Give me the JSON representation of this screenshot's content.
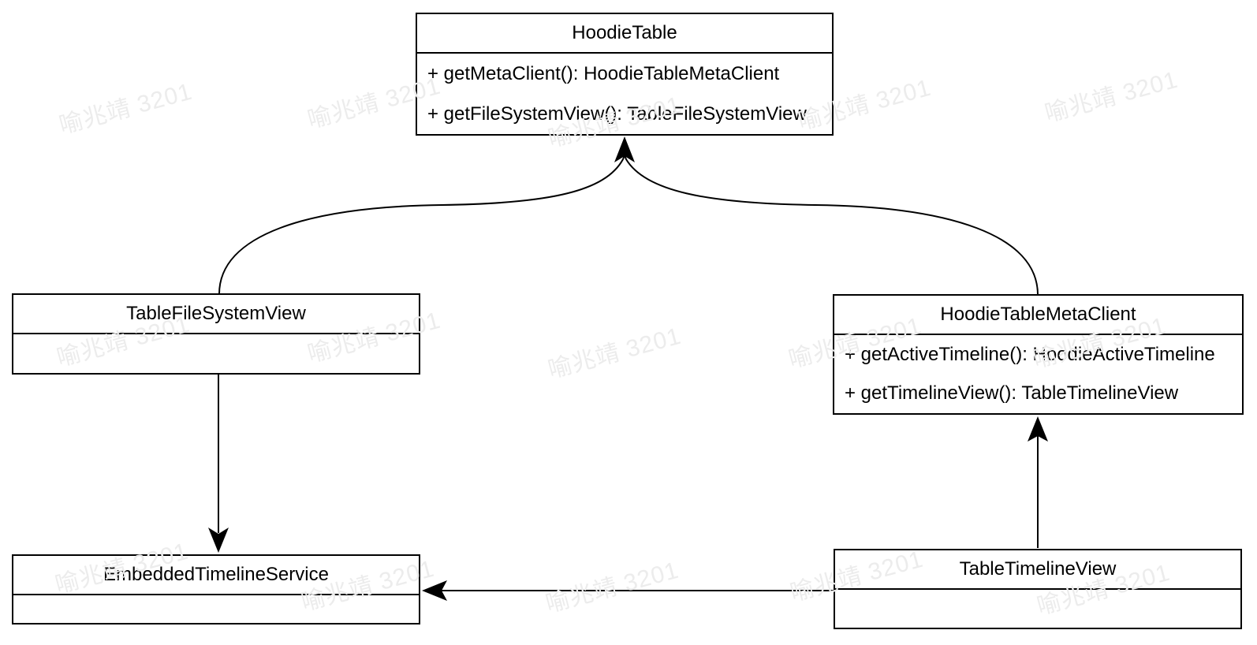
{
  "diagram": {
    "kind": "uml-class-diagram",
    "classes": [
      {
        "id": "hoodie-table",
        "name": "HoodieTable",
        "methods": [
          "+ getMetaClient(): HoodieTableMetaClient",
          "+ getFileSystemView(): TableFileSystemView"
        ]
      },
      {
        "id": "table-file-system-view",
        "name": "TableFileSystemView",
        "methods": []
      },
      {
        "id": "hoodie-table-meta-client",
        "name": "HoodieTableMetaClient",
        "methods": [
          "+ getActiveTimeline(): HoodieActiveTimeline",
          "+ getTimelineView(): TableTimelineView"
        ]
      },
      {
        "id": "embedded-timeline-service",
        "name": "EmbeddedTimelineService",
        "methods": []
      },
      {
        "id": "table-timeline-view",
        "name": "TableTimelineView",
        "methods": []
      }
    ],
    "relations": [
      {
        "from": "TableFileSystemView",
        "to": "HoodieTable",
        "arrow": "filled-arrowhead",
        "shape": "curved"
      },
      {
        "from": "HoodieTableMetaClient",
        "to": "HoodieTable",
        "arrow": "filled-arrowhead",
        "shape": "curved"
      },
      {
        "from": "TableFileSystemView",
        "to": "EmbeddedTimelineService",
        "arrow": "filled-arrowhead",
        "shape": "straight-vertical"
      },
      {
        "from": "TableTimelineView",
        "to": "HoodieTableMetaClient",
        "arrow": "filled-arrowhead",
        "shape": "straight-vertical"
      },
      {
        "from": "TableTimelineView",
        "to": "EmbeddedTimelineService",
        "arrow": "filled-arrowhead",
        "shape": "straight-horizontal"
      }
    ],
    "watermark": {
      "text": "喻兆靖 3201",
      "color": "#ececec"
    },
    "colors": {
      "line": "#000000",
      "background": "#ffffff",
      "box_fill": "#ffffff",
      "text": "#000000"
    }
  }
}
